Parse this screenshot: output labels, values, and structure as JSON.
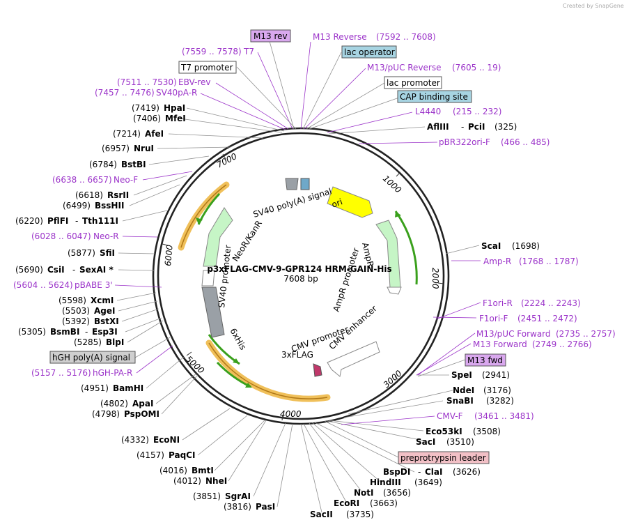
{
  "watermark": "Created by SnapGene",
  "plasmid": {
    "name": "p3xFLAG-CMV-9-GPR124 HRM-GAIN-His",
    "size": "7608 bp"
  },
  "ticks": [
    "1000",
    "2000",
    "3000",
    "4000",
    "5000",
    "6000",
    "7000"
  ],
  "inner_labels": [
    "SV40 poly(A) signal",
    "ori",
    "NeoR/KanR",
    "SV40 promoter",
    "AmpR",
    "AmpR promoter",
    "CMV enhancer",
    "CMV promoter",
    "3xFLAG",
    "6xHis"
  ],
  "boxed_labels": [
    {
      "text": "M13 rev",
      "bg": "#d9a8ee"
    },
    {
      "text": "lac operator",
      "bg": "#a7d4e2"
    },
    {
      "text": "T7 promoter",
      "bg": "#ffffff"
    },
    {
      "text": "lac promoter",
      "bg": "#ffffff"
    },
    {
      "text": "CAP binding site",
      "bg": "#a7d4e2"
    },
    {
      "text": "hGH poly(A) signal",
      "bg": "#cfcfcf"
    },
    {
      "text": "M13 fwd",
      "bg": "#d9a8ee"
    },
    {
      "text": "preprotrypsin leader",
      "bg": "#f2c0c6"
    }
  ],
  "features": [
    {
      "a": "(7419)",
      "b": "HpaI"
    },
    {
      "a": "(7406)",
      "b": "MfeI"
    },
    {
      "a": "(7214)",
      "b": "AfeI"
    },
    {
      "a": "(6957)",
      "b": "NruI"
    },
    {
      "a": "(6784)",
      "b": "BstBI"
    },
    {
      "a": "(6618)",
      "b": "RsrII"
    },
    {
      "a": "(6499)",
      "b": "BssHII"
    },
    {
      "a": "(6220)",
      "b": "PflFI",
      "c": "Tth111I"
    },
    {
      "a": "(5877)",
      "b": "SfiI"
    },
    {
      "a": "(5690)",
      "b": "CsiI",
      "c": "SexAI *"
    },
    {
      "a": "(5598)",
      "b": "XcmI"
    },
    {
      "a": "(5503)",
      "b": "AgeI"
    },
    {
      "a": "(5392)",
      "b": "BstXI"
    },
    {
      "a": "(5305)",
      "b": "BsmBI",
      "c": "Esp3I"
    },
    {
      "a": "(5285)",
      "b": "BlpI"
    },
    {
      "a": "(4951)",
      "b": "BamHI"
    },
    {
      "a": "(4802)",
      "b": "ApaI"
    },
    {
      "a": "(4798)",
      "b": "PspOMI"
    },
    {
      "a": "(4332)",
      "b": "EcoNI"
    },
    {
      "a": "(4157)",
      "b": "PaqCI"
    },
    {
      "a": "(4016)",
      "b": "BmtI"
    },
    {
      "a": "(4012)",
      "b": "NheI"
    },
    {
      "a": "(3851)",
      "b": "SgrAI"
    },
    {
      "a": "(3816)",
      "b": "PasI"
    },
    {
      "b": "AflIII",
      "c": "PciI",
      "d": "(325)"
    },
    {
      "b": "ScaI",
      "d": "(1698)"
    },
    {
      "b": "SpeI",
      "d": "(2941)"
    },
    {
      "b": "NdeI",
      "d": "(3176)"
    },
    {
      "b": "SnaBI",
      "d": "(3282)"
    },
    {
      "b": "Eco53kI",
      "d": "(3508)"
    },
    {
      "b": "SacI",
      "d": "(3510)"
    },
    {
      "b": "BspDI",
      "c": "ClaI",
      "d": "(3626)"
    },
    {
      "b": "HindIII",
      "d": "(3649)"
    },
    {
      "b": "NotI",
      "d": "(3656)"
    },
    {
      "b": "EcoRI",
      "d": "(3663)"
    },
    {
      "b": "SacII",
      "d": "(3735)"
    }
  ],
  "primers": [
    {
      "name": "M13 Reverse",
      "range": "(7592 .. 7608)"
    },
    {
      "name": "T7",
      "range": "(7559 .. 7578)"
    },
    {
      "name": "M13/pUC Reverse",
      "range": "(7605 .. 19)"
    },
    {
      "name": "EBV-rev",
      "range": "(7511 .. 7530)"
    },
    {
      "name": "SV40pA-R",
      "range": "(7457 .. 7476)"
    },
    {
      "name": "L4440",
      "range": "(215 .. 232)"
    },
    {
      "name": "pBR322ori-F",
      "range": "(466 .. 485)"
    },
    {
      "name": "Neo-F",
      "range": "(6638 .. 6657)"
    },
    {
      "name": "Neo-R",
      "range": "(6028 .. 6047)"
    },
    {
      "name": "pBABE 3'",
      "range": "(5604 .. 5624)"
    },
    {
      "name": "hGH-PA-R",
      "range": "(5157 .. 5176)"
    },
    {
      "name": "Amp-R",
      "range": "(1768 .. 1787)"
    },
    {
      "name": "F1ori-R",
      "range": "(2224 .. 2243)"
    },
    {
      "name": "F1ori-F",
      "range": "(2451 .. 2472)"
    },
    {
      "name": "M13/pUC Forward",
      "range": "(2735 .. 2757)"
    },
    {
      "name": "M13 Forward",
      "range": "(2749 .. 2766)"
    },
    {
      "name": "CMV-F",
      "range": "(3461 .. 3481)"
    }
  ],
  "colors": {
    "purple": "#9b33c9",
    "ori": "#ffff00",
    "amp": "#c6f5c6",
    "green": "#3aa01c",
    "orange": "#f0a830",
    "grey": "#9aa0a6"
  }
}
